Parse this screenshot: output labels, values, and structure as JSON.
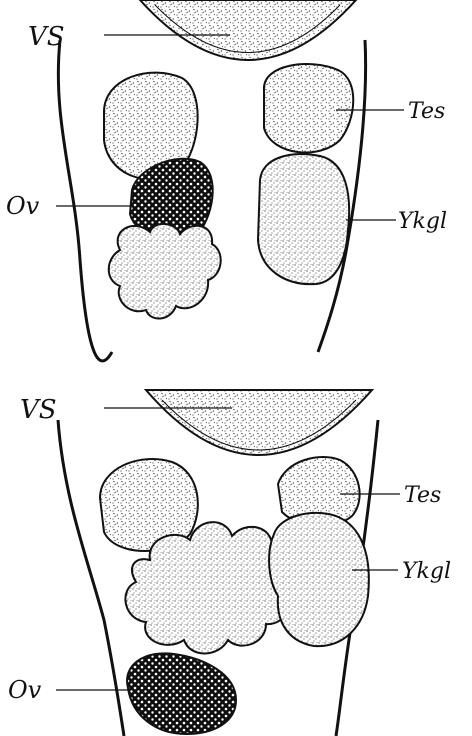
{
  "figure": {
    "panels": [
      {
        "id": "upper",
        "labels": {
          "vs": "VS",
          "ov": "Ov",
          "tes": "Tes",
          "ykgl": "Ykgl"
        }
      },
      {
        "id": "lower",
        "labels": {
          "vs": "VS",
          "ov": "Ov",
          "tes": "Tes",
          "ykgl": "Ykgl"
        }
      }
    ]
  }
}
